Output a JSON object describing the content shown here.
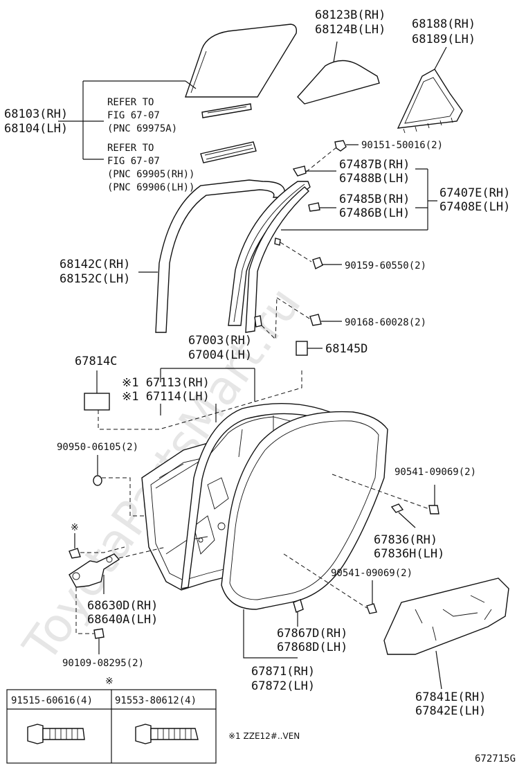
{
  "watermark": "ToyotaPartsMart.ru",
  "footer": {
    "note": "※1 ZZE12#..VEN",
    "figure_id": "672715G",
    "table_marker": "※"
  },
  "labels": {
    "p68123": [
      "68123B(RH)",
      "68124B(LH)"
    ],
    "p68188": [
      "68188(RH)",
      "68189(LH)"
    ],
    "p68103": [
      "68103(RH)",
      "68104(LH)"
    ],
    "ref1": [
      "REFER TO",
      "FIG 67-07",
      "(PNC 69975A)"
    ],
    "ref2": [
      "REFER TO",
      "FIG 67-07",
      "(PNC 69905(RH))",
      "(PNC 69906(LH))"
    ],
    "p90151": "90151-50016(2)",
    "p67487": [
      "67487B(RH)",
      "67488B(LH)"
    ],
    "p67485": [
      "67485B(RH)",
      "67486B(LH)"
    ],
    "p67407": [
      "67407E(RH)",
      "67408E(LH)"
    ],
    "p68142": [
      "68142C(RH)",
      "68152C(LH)"
    ],
    "p90159": "90159-60550(2)",
    "p90168": "90168-60028(2)",
    "p67003": [
      "67003(RH)",
      "67004(LH)"
    ],
    "p68145": "68145D",
    "p67814": "67814C",
    "p67113": [
      "※1 67113(RH)",
      "※1 67114(LH)"
    ],
    "p90950": "90950-06105(2)",
    "p90541a": "90541-09069(2)",
    "p67836": [
      "67836(RH)",
      "67836H(LH)"
    ],
    "p90541b": "90541-09069(2)",
    "mark_left": "※",
    "p68630": [
      "68630D(RH)",
      "68640A(LH)"
    ],
    "p90109": "90109-08295(2)",
    "p67867": [
      "67867D(RH)",
      "67868D(LH)"
    ],
    "p67871": [
      "67871(RH)",
      "67872(LH)"
    ],
    "p67841": [
      "67841E(RH)",
      "67842E(LH)"
    ]
  },
  "table": {
    "col1": "91515-60616(4)",
    "col2": "91553-80612(4)"
  }
}
